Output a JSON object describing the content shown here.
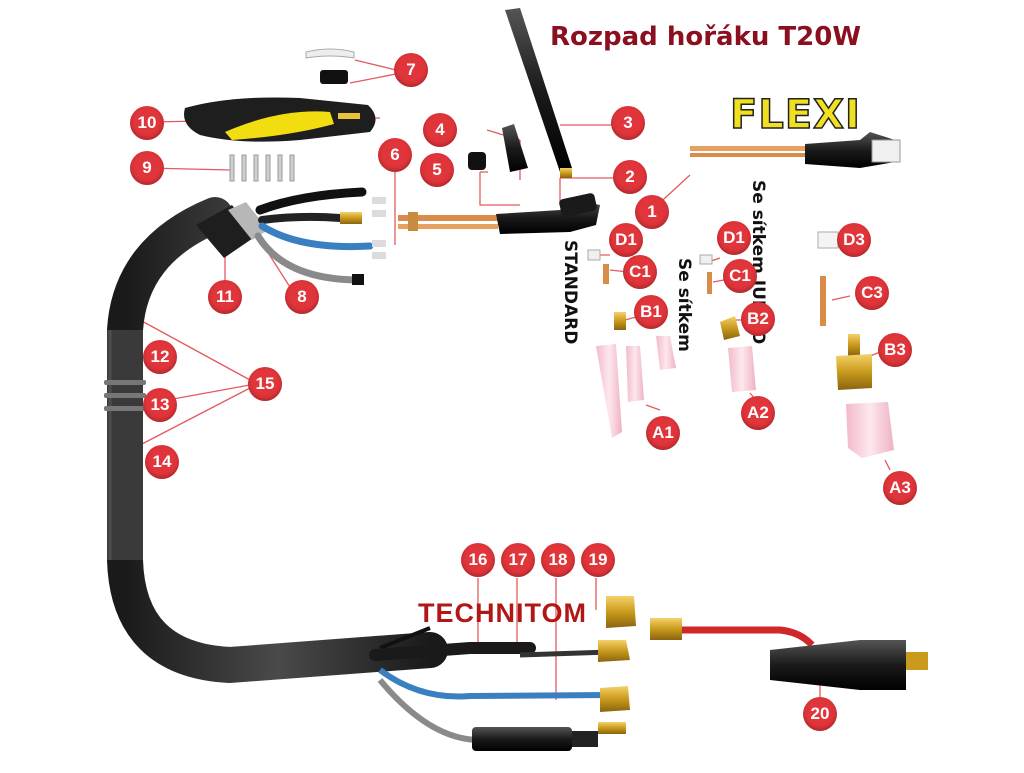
{
  "title": "Rozpad hořáku T20W",
  "brand_logo": {
    "text": "TECHNITOM"
  },
  "flexi_logo": {
    "text": "FLEXI"
  },
  "group_labels": {
    "standard": "STANDARD",
    "se_sitkem": "Se sítkem",
    "se_sitkem_jumbo": "Se sítkem JUMBO"
  },
  "callouts": [
    "1",
    "2",
    "3",
    "4",
    "5",
    "6",
    "7",
    "8",
    "9",
    "10",
    "11",
    "12",
    "13",
    "14",
    "15",
    "16",
    "17",
    "18",
    "19",
    "20",
    "A1",
    "A2",
    "A3",
    "B1",
    "B2",
    "B3",
    "C1",
    "C1",
    "C3",
    "D1",
    "D1",
    "D3"
  ],
  "colors": {
    "callout_fill": "#e0353a",
    "callout_text": "#ffffff",
    "title": "#8a1020",
    "brand": "#b01818",
    "hose": "#2b2b2b",
    "blue_hose": "#3a7fc0",
    "grey_hose": "#8a8a8a",
    "red_cable": "#d02828",
    "handle_yellow": "#f2dd10",
    "brass": "#d4a017",
    "copper": "#d98c4a",
    "ceramic": "#f6c8d4"
  }
}
